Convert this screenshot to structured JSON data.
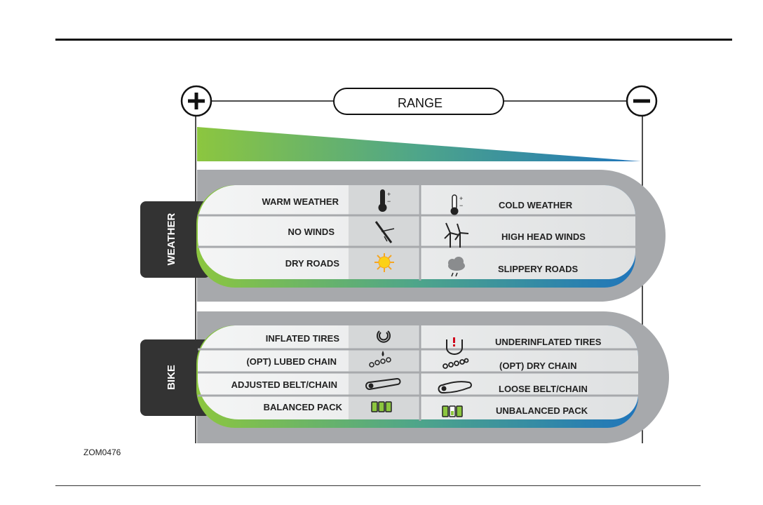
{
  "range": {
    "label": "RANGE",
    "plus": "+",
    "minus": "−"
  },
  "colors": {
    "gradient_start": "#8cc63f",
    "gradient_end": "#1f75bb",
    "panel_gray": "#a7a9ac",
    "tab_dark": "#333333"
  },
  "weather": {
    "tab_label": "WEATHER",
    "left": [
      {
        "label": "WARM WEATHER",
        "icon": "thermometer-warm-icon"
      },
      {
        "label": "NO WINDS",
        "icon": "no-wind-icon"
      },
      {
        "label": "DRY ROADS",
        "icon": "sun-icon"
      }
    ],
    "right": [
      {
        "label": "COLD WEATHER",
        "icon": "thermometer-cold-icon"
      },
      {
        "label": "HIGH HEAD WINDS",
        "icon": "wind-turbine-icon"
      },
      {
        "label": "SLIPPERY ROADS",
        "icon": "rain-cloud-icon"
      }
    ]
  },
  "bike": {
    "tab_label": "BIKE",
    "left": [
      {
        "label": "INFLATED TIRES",
        "icon": "tire-icon"
      },
      {
        "label": "(OPT) LUBED CHAIN",
        "icon": "lubed-chain-icon"
      },
      {
        "label": "ADJUSTED BELT/CHAIN",
        "icon": "belt-icon"
      },
      {
        "label": "BALANCED PACK",
        "icon": "battery-pack-icon"
      }
    ],
    "right": [
      {
        "label": "UNDERINFLATED TIRES",
        "icon": "tire-warning-icon"
      },
      {
        "label": "(OPT) DRY CHAIN",
        "icon": "dry-chain-icon"
      },
      {
        "label": "LOOSE BELT/CHAIN",
        "icon": "loose-belt-icon"
      },
      {
        "label": "UNBALANCED PACK",
        "icon": "unbalanced-pack-icon"
      }
    ]
  },
  "figure_code": "ZOM0476"
}
